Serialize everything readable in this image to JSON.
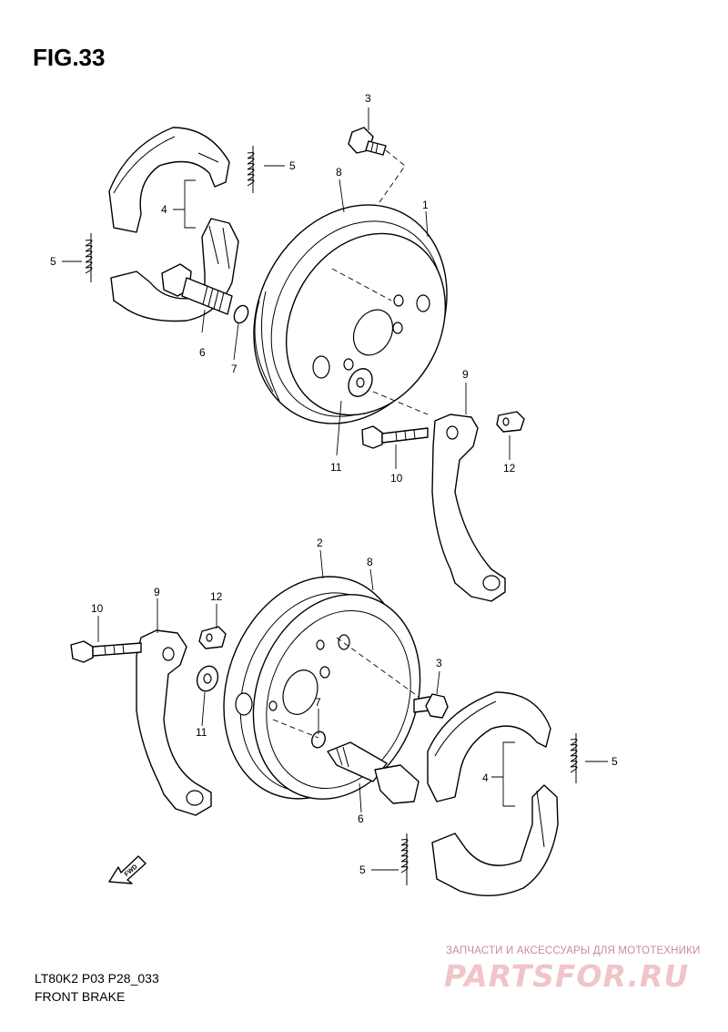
{
  "figure": {
    "title": "FIG.33"
  },
  "footer": {
    "model_code": "LT80K2 P03 P28_033",
    "section_name": "FRONT BRAKE"
  },
  "fwd_arrow": {
    "label": "FWD"
  },
  "watermark": {
    "tagline": "ЗАПЧАСТИ И АКСЕССУАРЫ ДЛЯ МОТОТЕХНИКИ",
    "logo": "PARTSFOR.RU"
  },
  "callouts": {
    "upper": [
      "3",
      "5",
      "8",
      "1",
      "4",
      "5",
      "6",
      "7",
      "9",
      "12",
      "11",
      "10"
    ],
    "lower": [
      "2",
      "8",
      "10",
      "9",
      "12",
      "3",
      "7",
      "11",
      "6",
      "5",
      "4",
      "5"
    ]
  }
}
